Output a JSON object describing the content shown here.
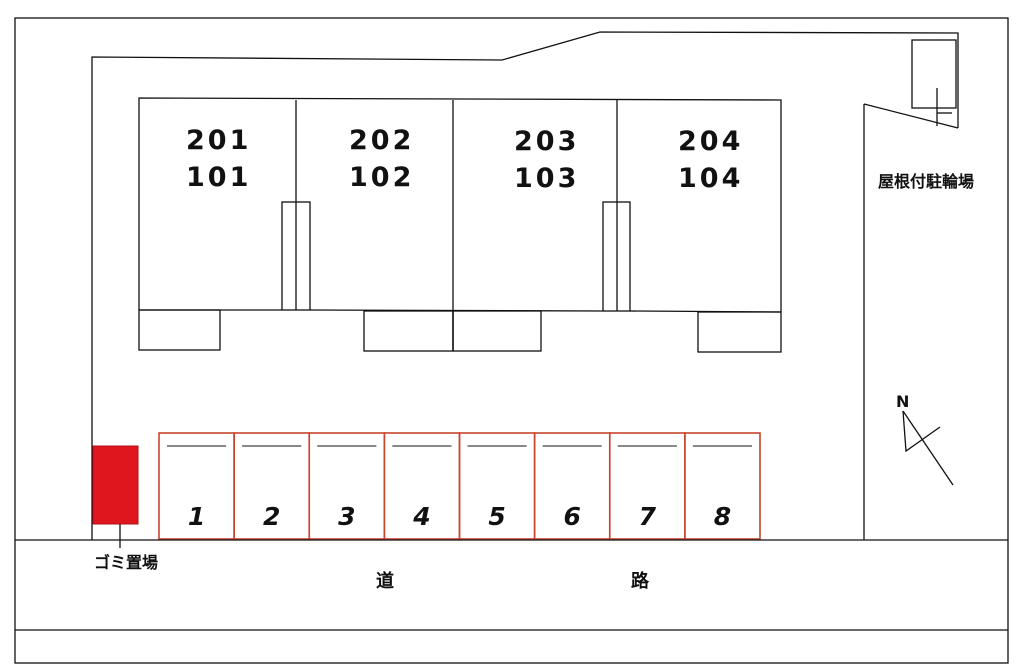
{
  "units": [
    {
      "upper": "201",
      "lower": "101"
    },
    {
      "upper": "202",
      "lower": "102"
    },
    {
      "upper": "203",
      "lower": "103"
    },
    {
      "upper": "204",
      "lower": "104"
    }
  ],
  "parking": {
    "slots": [
      "1",
      "2",
      "3",
      "4",
      "5",
      "6",
      "7",
      "8"
    ],
    "color": "#c8452f"
  },
  "garbage": {
    "label": "ゴミ置場",
    "color": "#e0161f"
  },
  "bike_parking": {
    "label": "屋根付駐輪場"
  },
  "road": {
    "chars": [
      "道",
      "路"
    ]
  },
  "compass": {
    "label": "N"
  }
}
